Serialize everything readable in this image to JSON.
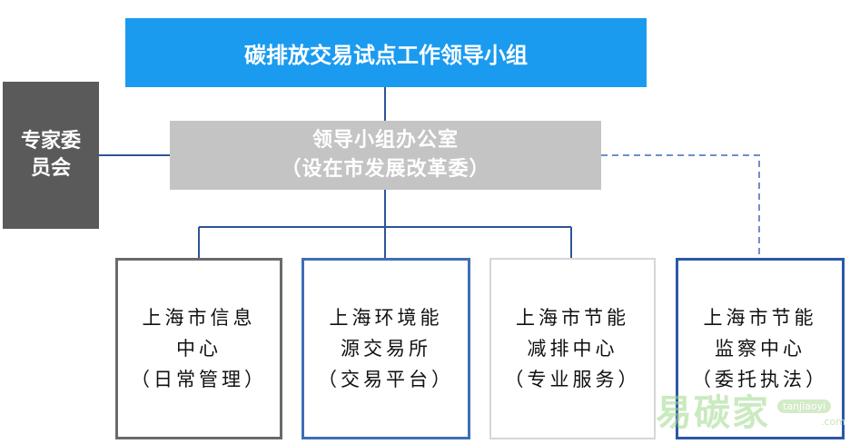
{
  "top_box": {
    "label": "碳排放交易试点工作领导小组"
  },
  "office_box": {
    "line1": "领导小组办公室",
    "line2": "（设在市发展改革委）"
  },
  "expert_box": {
    "line1": "专家委",
    "line2": "员会"
  },
  "units": [
    {
      "line1": "上海市信息",
      "line2": "中心",
      "line3": "（日常管理）"
    },
    {
      "line1": "上海环境能",
      "line2": "源交易所",
      "line3": "（交易平台）"
    },
    {
      "line1": "上海市节能",
      "line2": "减排中心",
      "line3": "（专业服务）"
    },
    {
      "line1": "上海市节能",
      "line2": "监察中心",
      "line3": "（委托执法）"
    }
  ],
  "watermark": {
    "brand": "易碳家",
    "url": "tanjiaoyi",
    "tld": ".com"
  },
  "colors": {
    "top": "#1a9bf0",
    "office": "#c4c4c4",
    "expert": "#5a5a5a",
    "line": "#2f5596",
    "dashed": "#6f8fc7"
  }
}
